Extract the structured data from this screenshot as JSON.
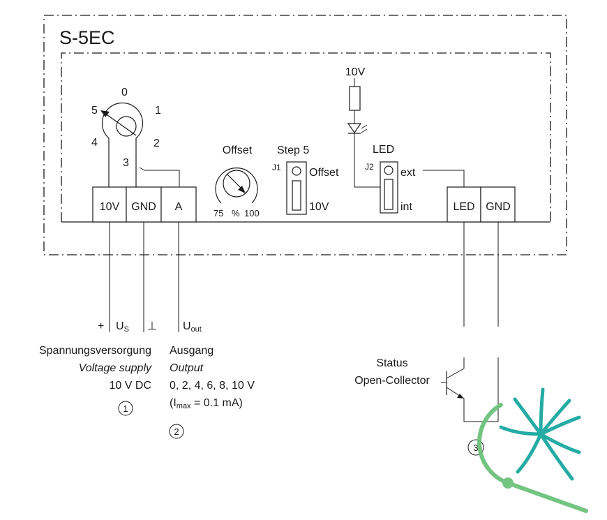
{
  "device": {
    "title": "S-5EC"
  },
  "selector": {
    "positions": [
      "0",
      "1",
      "2",
      "3",
      "4",
      "5"
    ]
  },
  "offset_pot": {
    "label": "Offset",
    "scale_low": "75",
    "scale_unit": "%",
    "scale_high": "100"
  },
  "jumper_j1": {
    "heading": "Step 5",
    "name": "J1",
    "top_label": "Offset",
    "bottom_label": "10V"
  },
  "jumper_j2": {
    "supply": "10V",
    "heading": "LED",
    "name": "J2",
    "top_label": "ext",
    "bottom_label": "int"
  },
  "terminals": {
    "t1": "10V",
    "t2": "GND",
    "t3": "A",
    "t4": "LED",
    "t5": "GND"
  },
  "signals": {
    "plus": "+",
    "us_main": "U",
    "us_sub": "S",
    "ground": "⊥",
    "uout_main": "U",
    "uout_sub": "out"
  },
  "supply_block": {
    "title_de": "Spannungsversorgung",
    "title_en": "Voltage supply",
    "value": "10 V DC",
    "marker": "1"
  },
  "output_block": {
    "title_de": "Ausgang",
    "title_en": "Output",
    "values": "0, 2, 4, 6, 8, 10 V",
    "imax_open": "(I",
    "imax_sub": "max",
    "imax_rest": " = 0.1 mA)",
    "marker": "2"
  },
  "status_block": {
    "line1": "Status",
    "line2": "Open-Collector",
    "marker": "3"
  },
  "colors": {
    "logo_teal": "#19a7a0",
    "logo_green": "#6cc17b",
    "line": "#1a1a1a"
  }
}
